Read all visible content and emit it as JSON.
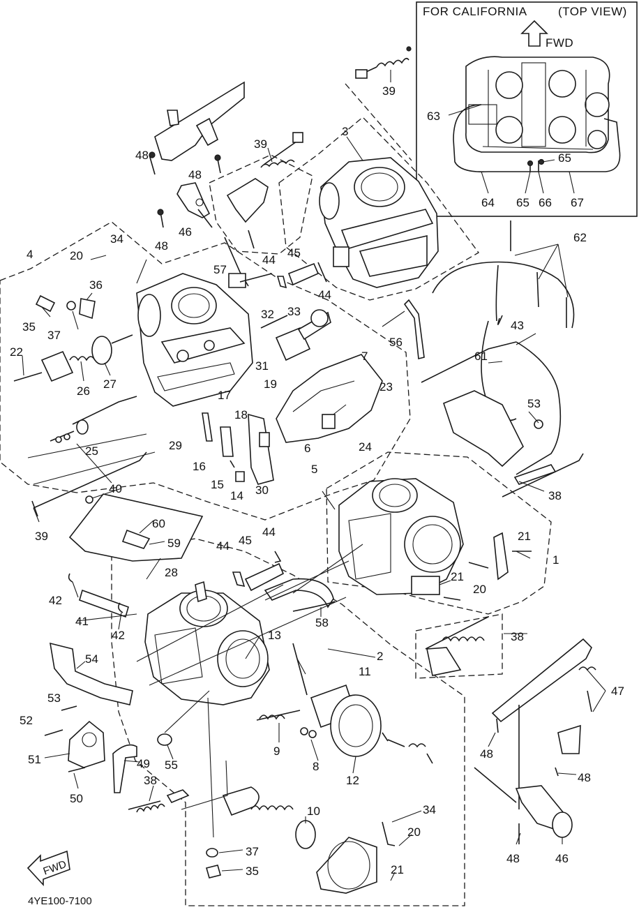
{
  "inset": {
    "region_label": "FOR CALIFORNIA",
    "view_label": "(TOP VIEW)",
    "fwd_label": "FWD",
    "callouts": [
      "63",
      "65",
      "64",
      "65",
      "66",
      "67"
    ]
  },
  "fwd_badge": "FWD",
  "diagram_code": "4YE100-7100",
  "callouts": [
    "39",
    "3",
    "39",
    "48",
    "48",
    "48",
    "46",
    "34",
    "4",
    "20",
    "57",
    "44",
    "45",
    "44",
    "62",
    "36",
    "35",
    "37",
    "32",
    "33",
    "43",
    "22",
    "26",
    "27",
    "31",
    "7",
    "56",
    "61",
    "19",
    "23",
    "17",
    "18",
    "53",
    "25",
    "29",
    "16",
    "6",
    "24",
    "5",
    "15",
    "30",
    "14",
    "40",
    "38",
    "60",
    "39",
    "59",
    "28",
    "44",
    "45",
    "44",
    "21",
    "1",
    "42",
    "41",
    "21",
    "20",
    "42",
    "58",
    "13",
    "38",
    "54",
    "2",
    "11",
    "47",
    "53",
    "52",
    "9",
    "51",
    "49",
    "55",
    "8",
    "12",
    "48",
    "48",
    "50",
    "38",
    "10",
    "34",
    "20",
    "37",
    "21",
    "46",
    "35",
    "48"
  ]
}
